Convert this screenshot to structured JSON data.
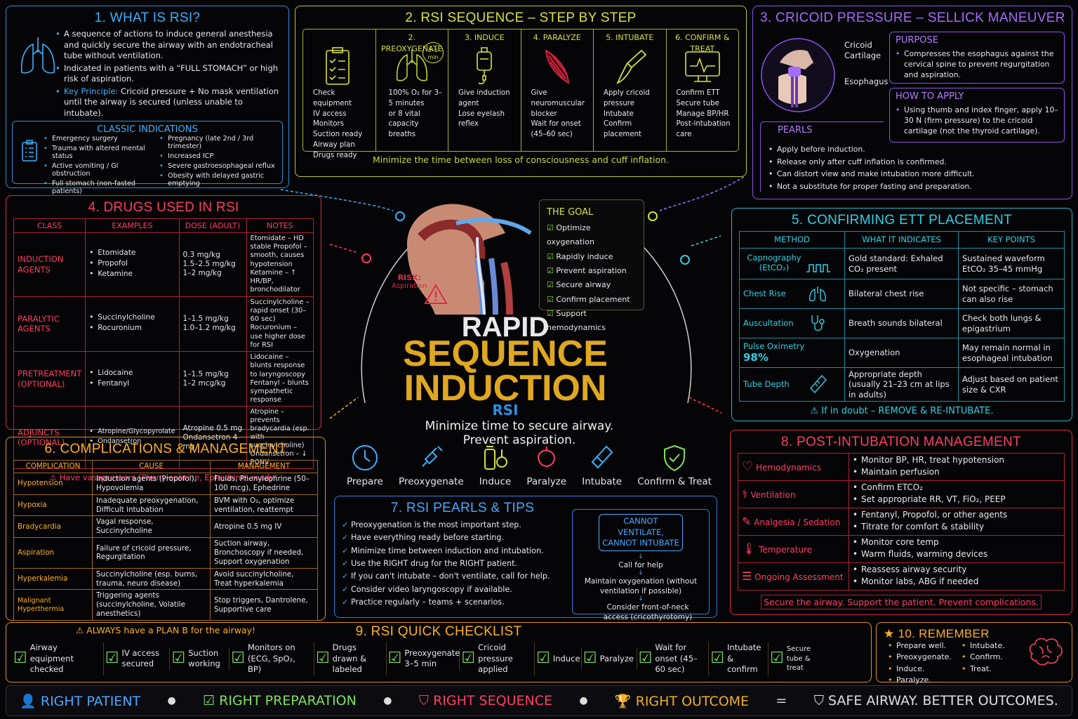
{
  "p1": {
    "title": "1.  WHAT IS RSI?",
    "b1": "A sequence of actions to induce general anesthesia and quickly secure the airway with an endotracheal tube without ventilation.",
    "b2": "Indicated in patients with a “FULL STOMACH” or high risk of aspiration.",
    "kp_label": "Key Principle:",
    "kp_text": " Cricoid pressure + No mask ventilation until the airway is secured (unless unable to intubate).",
    "ci_title": "CLASSIC INDICATIONS",
    "ci_left": [
      "Emergency surgery",
      "Trauma with altered mental status",
      "Active vomiting / GI obstruction",
      "Full stomach (non-fasted patients)"
    ],
    "ci_right": [
      "Pregnancy (late 2nd / 3rd trimester)",
      "Increased ICP",
      "Severe gastroesophageal reflux",
      "Obesity with delayed gastric emptying"
    ]
  },
  "p2": {
    "title": "2.  RSI SEQUENCE – STEP BY STEP",
    "steps": [
      {
        "h": "",
        "items": [
          "Check equipment",
          "IV access",
          "Monitors",
          "Suction ready",
          "Airway plan",
          "Drugs ready"
        ]
      },
      {
        "h": "2. PREOXYGENATE",
        "badge": "3–5 min",
        "items": [
          "100% O₂ for 3–5 minutes",
          "or 8 vital capacity breaths"
        ]
      },
      {
        "h": "3. INDUCE",
        "items": [
          "Give induction agent",
          "Lose eyelash reflex"
        ]
      },
      {
        "h": "4. PARALYZE",
        "items": [
          "Give neuromuscular blocker",
          "Wait for onset (45–60 sec)"
        ]
      },
      {
        "h": "5. INTUBATE",
        "items": [
          "Apply cricoid pressure",
          "Intubate",
          "Confirm placement"
        ]
      },
      {
        "h": "6. CONFIRM & TREAT",
        "items": [
          "Confirm ETT",
          "Secure tube",
          "Manage BP/HR",
          "Post-intubation care"
        ]
      }
    ],
    "footer": "Minimize the time between loss of consciousness and cuff inflation."
  },
  "p3": {
    "title": "3.  CRICOID PRESSURE – SELLICK MANEUVER",
    "lbl_cricoid": "Cricoid Cartilage",
    "lbl_esoph": "Esophagus",
    "purpose_title": "PURPOSE",
    "purpose": [
      "Compresses the esophagus against the cervical spine to prevent regurgitation and aspiration."
    ],
    "how_title": "HOW TO APPLY",
    "how": [
      "Using thumb and index finger, apply 10–30 N (firm pressure) to the cricoid cartilage (not the thyroid cartilage)."
    ],
    "pearls_title": "PEARLS",
    "pearls": [
      "Apply before induction.",
      "Release only after cuff inflation is confirmed.",
      "Can distort view and make intubation more difficult.",
      "Not a substitute for proper fasting and preparation."
    ]
  },
  "p4": {
    "title": "4.  DRUGS USED IN RSI",
    "headers": [
      "CLASS",
      "EXAMPLES",
      "DOSE (ADULT)",
      "NOTES"
    ],
    "rows": [
      {
        "cls": "INDUCTION AGENTS",
        "ex": [
          "Etomidate",
          "Propofol",
          "Ketamine"
        ],
        "dose": [
          "0.3 mg/kg",
          "1.5–2.5 mg/kg",
          "1–2 mg/kg"
        ],
        "notes": "Etomidate – HD stable Propofol – smooth, causes hypotension Ketamine – ↑ HR/BP, bronchodilator"
      },
      {
        "cls": "PARALYTIC AGENTS",
        "ex": [
          "Succinylcholine",
          "Rocuronium"
        ],
        "dose": [
          "1–1.5 mg/kg",
          "1.0–1.2 mg/kg"
        ],
        "notes": "Succinylcholine – rapid onset (30–60 sec) Rocuronium – use higher dose for RSI"
      },
      {
        "cls": "PRETREATMENT (OPTIONAL)",
        "ex": [
          "Lidocaine",
          "Fentanyl"
        ],
        "dose": [
          "1–1.5 mg/kg",
          "1–2 mcg/kg"
        ],
        "notes": "Lidocaine – blunts response to laryngoscopy Fentanyl – blunts sympathetic response"
      },
      {
        "cls": "ADJUNCTS (OPTIONAL)",
        "ex": [
          "Atropine/Glycopyrolate",
          "Ondansetron"
        ],
        "dose": [
          "Atropine 0.5 mg",
          "Ondansetron 4 mg"
        ],
        "notes": "Atropine – prevents bradycardia (esp. with succinylcholine) Ondansetron – ↓ PONV"
      }
    ],
    "warning": "Have vasopressors (Phenylephrine, Ephedrine) ready!"
  },
  "p5": {
    "title": "5.  CONFIRMING ETT PLACEMENT",
    "headers": [
      "METHOD",
      "WHAT IT INDICATES",
      "KEY POINTS"
    ],
    "rows": [
      {
        "m": "Capnography (EtCO₂)",
        "w": "Gold standard: Exhaled CO₂ present",
        "k": "Sustained waveform EtCO₂ 35–45 mmHg"
      },
      {
        "m": "Chest Rise",
        "w": "Bilateral chest rise",
        "k": "Not specific – stomach can also rise"
      },
      {
        "m": "Auscultation",
        "w": "Breath sounds bilateral",
        "k": "Check both lungs & epigastrium"
      },
      {
        "m": "Pulse Oximetry",
        "w": "Oxygenation",
        "k": "May remain normal in esophageal intubation",
        "val": "98%"
      },
      {
        "m": "Tube Depth",
        "w": "Appropriate depth (usually 21–23 cm at lips in adults)",
        "k": "Adjust based on patient size & CXR"
      }
    ],
    "warning": "If in doubt – REMOVE & RE-INTUBATE."
  },
  "p6": {
    "title": "6.  COMPLICATIONS & MANAGEMENT",
    "headers": [
      "COMPLICATION",
      "CAUSE",
      "MANAGEMENT"
    ],
    "rows": [
      {
        "c": "Hypotension",
        "cause": "Induction agents (Propofol), Hypovolemia",
        "mgmt": "Fluids, Phenylephrine (50–100 mcg), Ephedrine"
      },
      {
        "c": "Hypoxia",
        "cause": "Inadequate preoxygenation, Difficult intubation",
        "mgmt": "BVM with O₂, optimize ventilation, reattempt"
      },
      {
        "c": "Bradycardia",
        "cause": "Vagal response, Succinylcholine",
        "mgmt": "Atropine 0.5 mg IV"
      },
      {
        "c": "Aspiration",
        "cause": "Failure of cricoid pressure, Regurgitation",
        "mgmt": "Suction airway, Bronchoscopy if needed, Support oxygenation"
      },
      {
        "c": "Hyperkalemia",
        "cause": "Succinylcholine (esp. burns, trauma, neuro disease)",
        "mgmt": "Avoid succinylcholine, Treat hyperkalemia"
      },
      {
        "c": "Malignant Hyperthermia",
        "cause": "Triggering agents (succinylcholine, Volatile anesthetics)",
        "mgmt": "Stop triggers, Dantrolene, Supportive care"
      }
    ],
    "warning": "ALWAYS have a PLAN B for the airway!"
  },
  "p7": {
    "title": "7.  RSI PEARLS & TIPS",
    "items": [
      "Preoxygenation is the most important step.",
      "Have everything ready before starting.",
      "Minimize time between induction and intubation.",
      "Use the RIGHT drug for the RIGHT patient.",
      "If you can't intubate – don't ventilate, call for help.",
      "Consider video laryngoscopy if available.",
      "Practice regularly – teams + scenarios."
    ],
    "cv_title": "CANNOT VENTILATE, CANNOT INTUBATE",
    "cv_steps": [
      "Call for help",
      "Maintain oxygenation (without ventilation if possible)",
      "Consider front-of-neck access (cricothyrotomy)"
    ]
  },
  "p8": {
    "title": "8.  POST-INTUBATION MANAGEMENT",
    "rows": [
      {
        "m": "Hemodynamics",
        "items": [
          "Monitor BP, HR, treat hypotension",
          "Maintain perfusion"
        ]
      },
      {
        "m": "Ventilation",
        "items": [
          "Confirm ETCO₂",
          "Set appropriate RR, VT, FiO₂, PEEP"
        ]
      },
      {
        "m": "Analgesia / Sedation",
        "items": [
          "Fentanyl, Propofol, or other agents",
          "Titrate for comfort & stability"
        ]
      },
      {
        "m": "Temperature",
        "items": [
          "Monitor core temp",
          "Warm fluids, warming devices"
        ]
      },
      {
        "m": "Ongoing Assessment",
        "items": [
          "Reassess airway security",
          "Monitor labs, ABG if needed"
        ]
      }
    ],
    "footer": "Secure the airway. Support the patient. Prevent complications."
  },
  "p9": {
    "title": "9.  RSI QUICK CHECKLIST",
    "items": [
      "Airway equipment checked",
      "IV access secured",
      "Suction working",
      "Monitors on (ECG, SpO₂, BP)",
      "Drugs drawn & labeled",
      "Preoxygenate 3–5 min",
      "Cricoid pressure applied",
      "Induce",
      "Paralyze",
      "Wait for onset (45–60 sec)",
      "Intubate & confirm",
      "Secure tube & treat"
    ]
  },
  "p10": {
    "title": "10.  REMEMBER",
    "left": [
      "Prepare well.",
      "Preoxygenate.",
      "Induce.",
      "Paralyze."
    ],
    "right": [
      "Intubate.",
      "Confirm.",
      "Treat."
    ]
  },
  "center": {
    "t1": "RAPID",
    "t2": "SEQUENCE",
    "t3": "INDUCTION",
    "t4": "RSI",
    "tagline1": "Minimize time to secure airway.",
    "tagline2": "Prevent aspiration.",
    "risk": "RISK:",
    "risk2": "Aspiration",
    "goal_title": "THE GOAL",
    "goals": [
      "Optimize oxygenation",
      "Rapidly induce",
      "Prevent aspiration",
      "Secure airway",
      "Confirm placement",
      "Support hemodynamics"
    ],
    "phases": [
      "Prepare",
      "Preoxygenate",
      "Induce",
      "Paralyze",
      "Intubate",
      "Confirm & Treat"
    ]
  },
  "bar": {
    "items": [
      "RIGHT PATIENT",
      "RIGHT PREPARATION",
      "RIGHT SEQUENCE",
      "RIGHT OUTCOME",
      "SAFE AIRWAY. BETTER OUTCOMES."
    ],
    "eq": "="
  },
  "colors": {
    "blue": "#3bb0ff",
    "yellow": "#d8e040",
    "purple": "#a66bff",
    "red": "#ff3d63",
    "cyan": "#2ed1e6",
    "orange": "#ffb020",
    "gold": "#e0a820"
  }
}
